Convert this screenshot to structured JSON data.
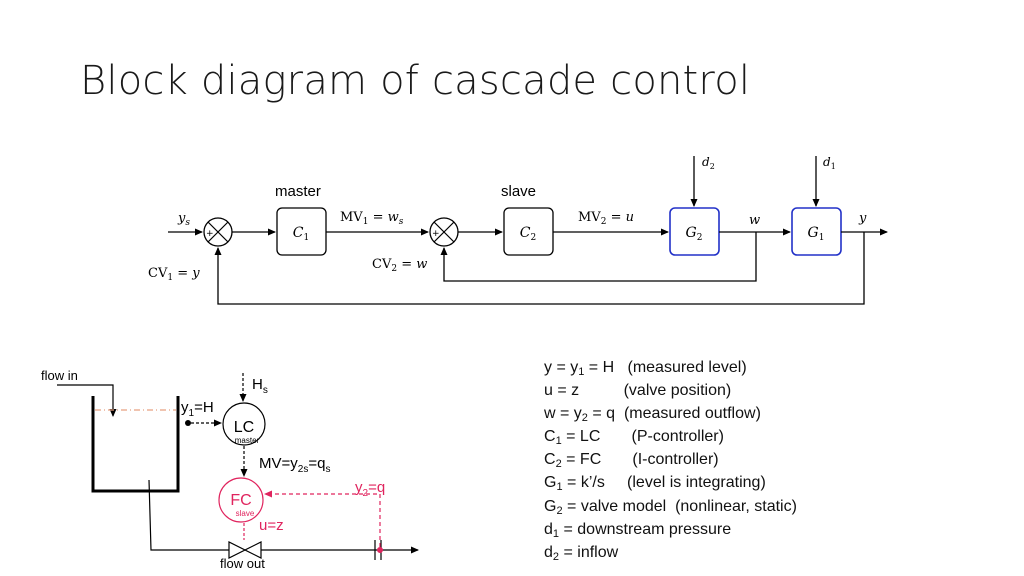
{
  "title": "Block diagram of cascade control",
  "block_diagram": {
    "label_master": "master",
    "label_slave": "slave",
    "ys": "ys",
    "c1": "C1",
    "mv1": "MV1 = ws",
    "c2": "C2",
    "mv2": "MV2 = u",
    "g2": "G2",
    "w": "w",
    "g1": "G1",
    "y": "y",
    "d2": "d2",
    "d1": "d1",
    "cv1": "CV1 = y",
    "cv2": "CV2 = w"
  },
  "process_diagram": {
    "flow_in": "flow in",
    "hs": "Hs",
    "y1h": "y1=H",
    "lc": "LC",
    "lc_sub": "master",
    "mv": "MV=y2s=qs",
    "fc": "FC",
    "fc_sub": "slave",
    "y2q": "y2=q",
    "uz": "u=z",
    "flow_out": "flow out"
  },
  "legend": [
    {
      "lhs": "y = y",
      "sub": "1",
      "rhs": " = H   (measured level)"
    },
    {
      "lhs": "u = z          (valve position)",
      "sub": "",
      "rhs": ""
    },
    {
      "lhs": "w = y",
      "sub": "2",
      "rhs": " = q  (measured outflow)"
    },
    {
      "lhs": "C",
      "sub": "1",
      "rhs": " = LC       (P-controller)"
    },
    {
      "lhs": "C",
      "sub": "2",
      "rhs": " = FC       (I-controller)"
    },
    {
      "lhs": "G",
      "sub": "1",
      "rhs": " = k’/s     (level is integrating)"
    },
    {
      "lhs": "G",
      "sub": "2",
      "rhs": " = valve model  (nonlinear, static)"
    },
    {
      "lhs": "d",
      "sub": "1",
      "rhs": " = downstream pressure"
    },
    {
      "lhs": "d",
      "sub": "2",
      "rhs": " = inflow"
    }
  ]
}
